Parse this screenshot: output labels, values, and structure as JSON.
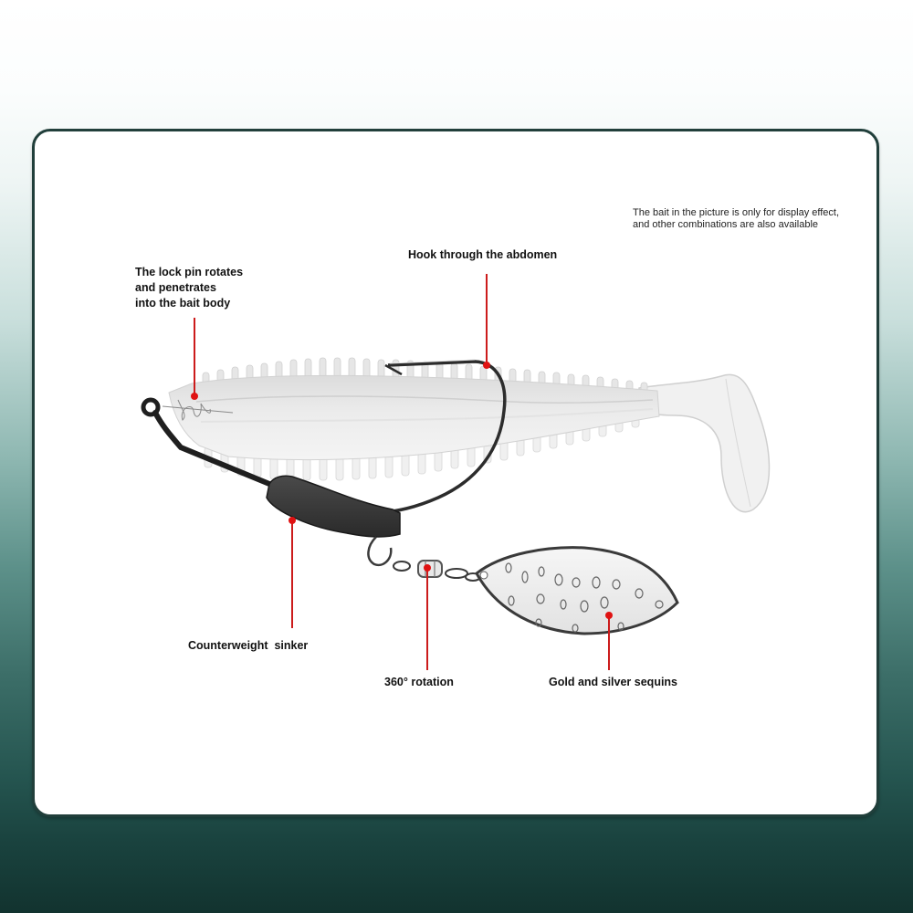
{
  "note": {
    "line1": "The bait in the picture is only for display effect,",
    "line2": "and other combinations are also available"
  },
  "callouts": {
    "lock_pin": {
      "line1": "The lock pin rotates",
      "line2": "and penetrates",
      "line3": "into the bait body"
    },
    "hook": {
      "label": "Hook through the abdomen"
    },
    "sinker": {
      "label": "Counterweight  sinker"
    },
    "swivel": {
      "label": "360° rotation"
    },
    "sequins": {
      "label": "Gold and silver sequins"
    }
  },
  "colors": {
    "callout_red": "#cc1b1b",
    "card_border": "#213f3b",
    "background_top": "#ffffff",
    "background_bottom": "#12332f"
  }
}
